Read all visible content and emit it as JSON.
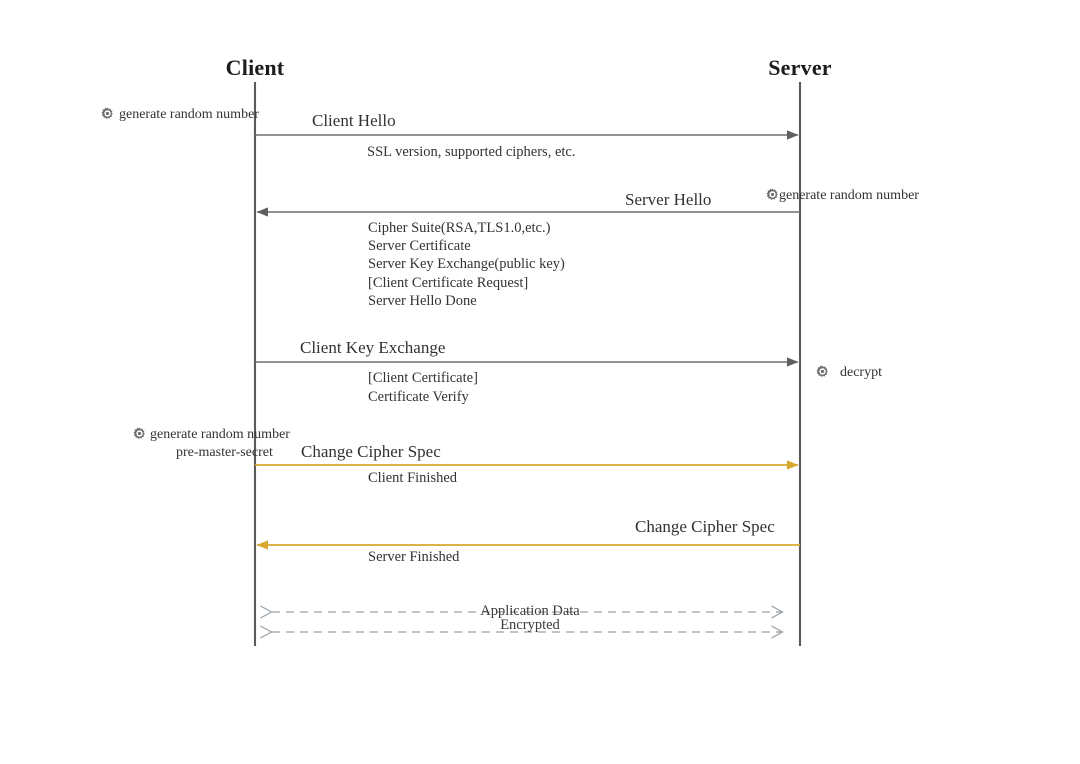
{
  "diagram": {
    "title_client": "Client",
    "title_server": "Server",
    "colors": {
      "line_gray": "#6f6f6f",
      "line_orange": "#d7a82c",
      "dashed_gray": "#9aa0a6",
      "text": "#2e2e2e",
      "lifeline": "#5a5a5a"
    },
    "actors": [
      {
        "name": "client",
        "label": "Client"
      },
      {
        "name": "server",
        "label": "Server"
      }
    ],
    "notes": [
      {
        "name": "client-random-1",
        "text": "generate random number",
        "icon": "gear-icon"
      },
      {
        "name": "server-random",
        "text": "generate random number",
        "icon": "gear-icon"
      },
      {
        "name": "server-decrypt",
        "text": "decrypt",
        "icon": "gear-icon"
      },
      {
        "name": "client-random-2",
        "text": "generate random number",
        "sub": "pre-master-secret",
        "icon": "gear-icon"
      }
    ],
    "messages": [
      {
        "name": "client-hello",
        "label": "Client Hello",
        "direction": "right",
        "color": "gray",
        "details": [
          "SSL version, supported ciphers, etc."
        ]
      },
      {
        "name": "server-hello",
        "label": "Server Hello",
        "direction": "left",
        "color": "gray",
        "details": [
          "Cipher Suite(RSA,TLS1.0,etc.)",
          "Server Certificate",
          "Server Key Exchange(public key)",
          "[Client Certificate Request]",
          "Server Hello Done"
        ]
      },
      {
        "name": "client-key-exchange",
        "label": "Client Key Exchange",
        "direction": "right",
        "color": "gray",
        "details": [
          "[Client Certificate]",
          "Certificate Verify"
        ]
      },
      {
        "name": "client-change-cipher-spec",
        "label": "Change Cipher Spec",
        "direction": "right",
        "color": "orange",
        "details": [
          "Client Finished"
        ]
      },
      {
        "name": "server-change-cipher-spec",
        "label": "Change Cipher Spec",
        "direction": "left",
        "color": "orange",
        "details": [
          "Server Finished"
        ]
      }
    ],
    "encrypted_channel": {
      "name": "application-data",
      "label_top": "Application Data",
      "label_bottom": "Encrypted"
    }
  }
}
